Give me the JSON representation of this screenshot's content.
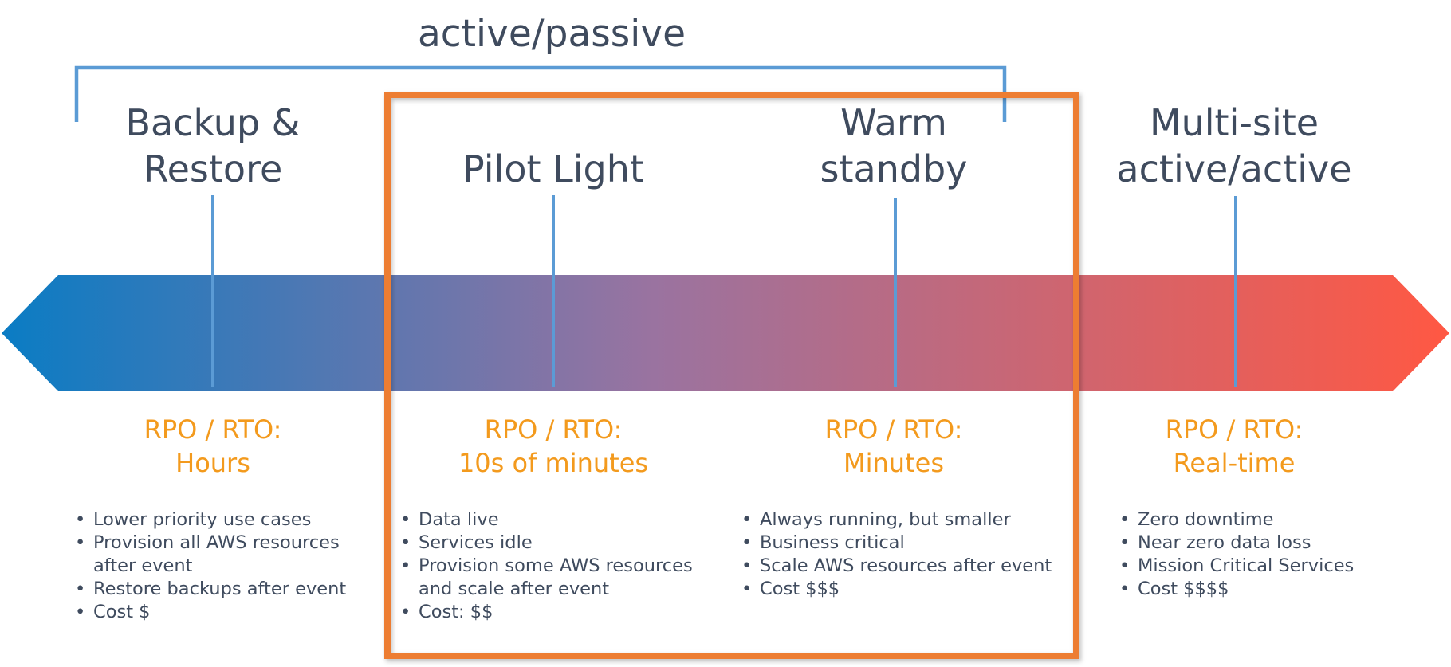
{
  "bracket": {
    "label": "active/passive",
    "color": "#5b9bd5"
  },
  "highlight_color": "#ed7d31",
  "arrow": {
    "gradient_start": "#0a7cc4",
    "gradient_mid": "#9a73a0",
    "gradient_end": "#ff5843",
    "tick_color": "#5b9bd5"
  },
  "strategies": [
    {
      "title_lines": [
        "Backup &",
        "Restore"
      ],
      "rpo_line1": "RPO / RTO:",
      "rpo_line2": "Hours",
      "bullets": [
        "Lower priority use cases",
        "Provision all AWS resources",
        "after event",
        "Restore backups after event",
        "Cost $"
      ]
    },
    {
      "title_lines": [
        "Pilot Light"
      ],
      "rpo_line1": "RPO / RTO:",
      "rpo_line2": "10s of minutes",
      "bullets": [
        "Data live",
        "Services idle",
        "Provision some AWS resources",
        "and scale after event",
        "Cost: $$"
      ]
    },
    {
      "title_lines": [
        "Warm",
        "standby"
      ],
      "rpo_line1": "RPO / RTO:",
      "rpo_line2": "Minutes",
      "bullets": [
        "Always running, but smaller",
        "Business critical",
        "Scale AWS resources after event",
        "Cost $$$"
      ]
    },
    {
      "title_lines": [
        "Multi-site",
        "active/active"
      ],
      "rpo_line1": "RPO / RTO:",
      "rpo_line2": "Real-time",
      "bullets": [
        "Zero downtime",
        "Near zero data loss",
        "Mission Critical Services",
        "Cost $$$$"
      ]
    }
  ]
}
